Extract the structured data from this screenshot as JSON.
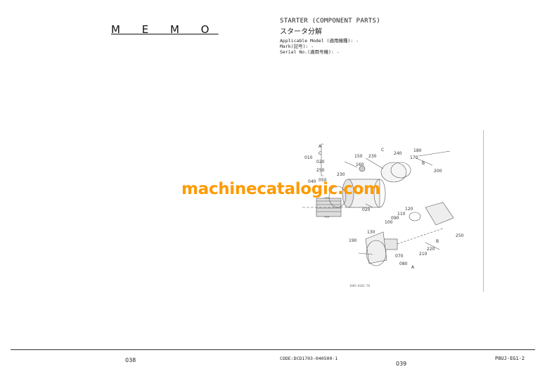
{
  "left_page": {
    "heading": "M E M O",
    "page_number": "038"
  },
  "right_page": {
    "title_en": "STARTER (COMPONENT PARTS)",
    "title_jp": "スタータ分解",
    "applicable_model": "Applicable Model (適用機種): -",
    "mark": "Mark(記号): -",
    "serial_no": "Serial No.(適用号機): -",
    "code": "CODE:DCD1703-040500-1",
    "page_number": "039",
    "doc_id": "P8UJ-EG1-2",
    "figure_id": "1A03-0181-70"
  },
  "diagram_labels": {
    "l010": "010",
    "lA": "A",
    "lC1": "C",
    "l020a": "020",
    "l250a": "250",
    "l150": "150",
    "l230a": "230",
    "l160": "160",
    "lC2": "C",
    "l240": "240",
    "l180": "180",
    "l170": "170",
    "lB1": "B",
    "l200": "200",
    "l230b": "230",
    "l040": "040",
    "l050": "050",
    "l020b": "020",
    "l120": "120",
    "l110": "110",
    "l090": "090",
    "l100": "100",
    "l130": "130",
    "l190": "190",
    "l070": "070",
    "l080": "080",
    "lA2": "A",
    "l210": "210",
    "l220": "220",
    "lB2": "B",
    "l250b": "250"
  },
  "watermark": "machinecatalogic.com"
}
